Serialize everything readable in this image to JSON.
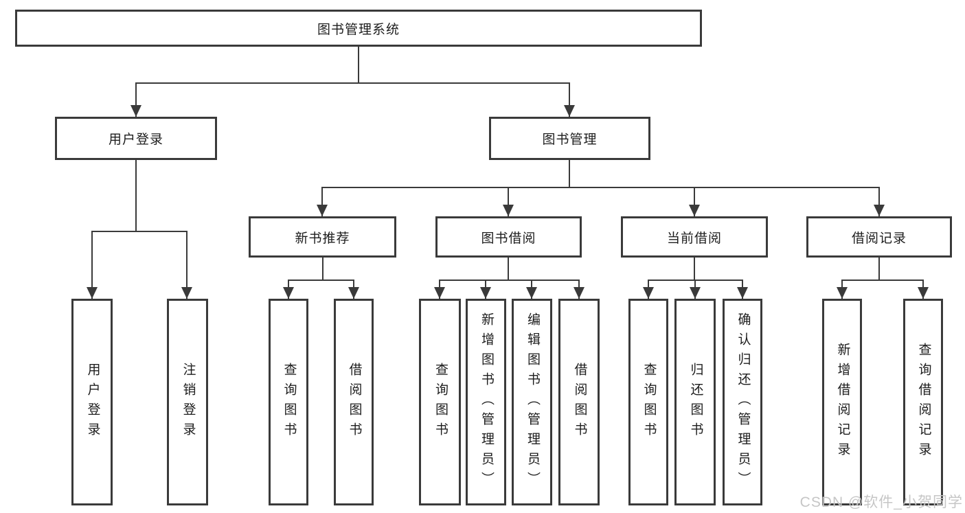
{
  "root": {
    "label": "图书管理系统"
  },
  "user_login": {
    "label": "用户登录",
    "children": [
      {
        "label": "用户登录"
      },
      {
        "label": "注销登录"
      }
    ]
  },
  "book_mgmt": {
    "label": "图书管理",
    "sections": [
      {
        "label": "新书推荐",
        "children": [
          {
            "label": "查询图书"
          },
          {
            "label": "借阅图书"
          }
        ]
      },
      {
        "label": "图书借阅",
        "children": [
          {
            "label": "查询图书"
          },
          {
            "label": "新增图书（管理员）"
          },
          {
            "label": "编辑图书（管理员）"
          },
          {
            "label": "借阅图书"
          }
        ]
      },
      {
        "label": "当前借阅",
        "children": [
          {
            "label": "查询图书"
          },
          {
            "label": "归还图书"
          },
          {
            "label": "确认归还（管理员）"
          }
        ]
      },
      {
        "label": "借阅记录",
        "children": [
          {
            "label": "新增借阅记录"
          },
          {
            "label": "查询借阅记录"
          }
        ]
      }
    ]
  },
  "watermark": "CSDN @软件_小贺同学"
}
